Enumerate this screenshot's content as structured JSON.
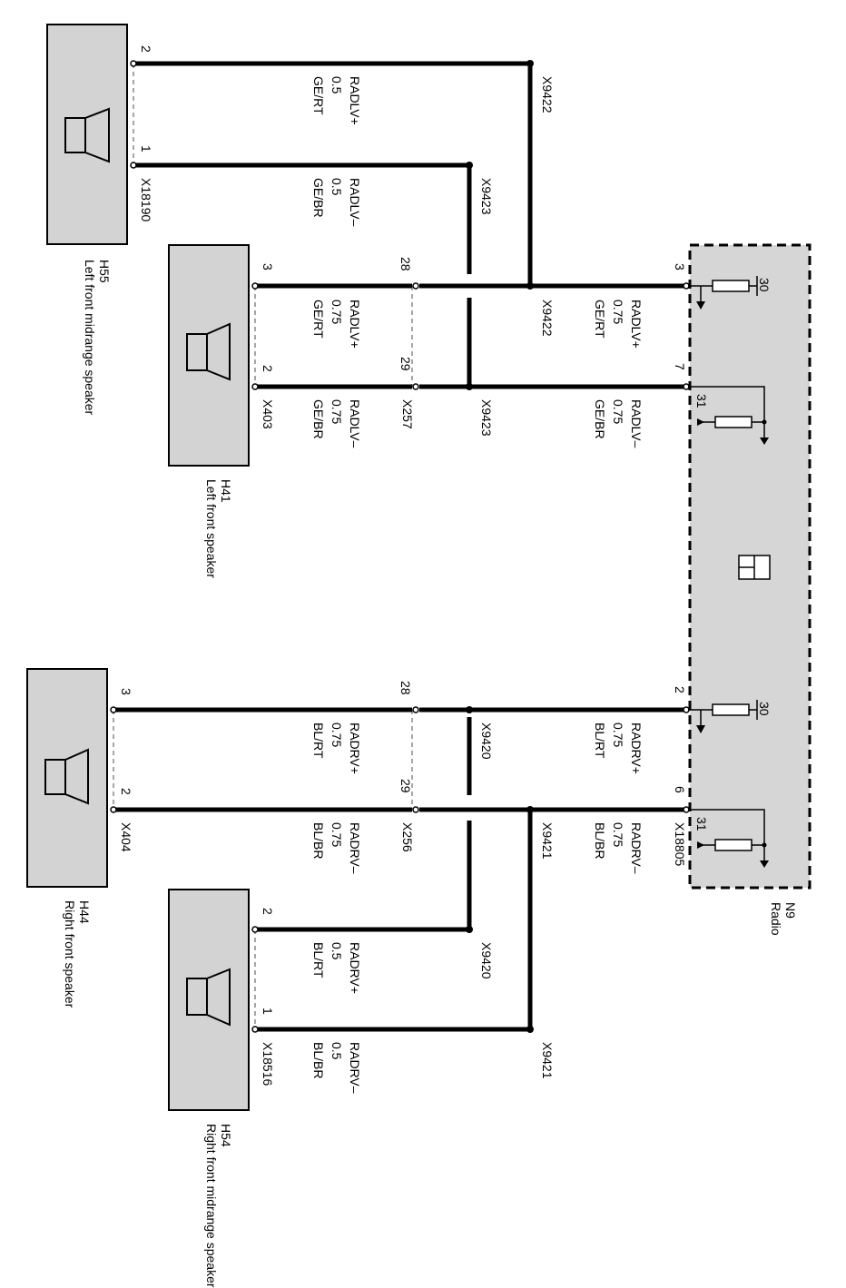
{
  "components": {
    "h55": {
      "id": "H55",
      "name": "Left front midrange speaker",
      "connector": "X18190"
    },
    "h41": {
      "id": "H41",
      "name": "Left front speaker",
      "connector": "X403"
    },
    "h44": {
      "id": "H44",
      "name": "Right front speaker",
      "connector": "X404"
    },
    "h54": {
      "id": "H54",
      "name": "Right front midrange speaker",
      "connector": "X18516"
    },
    "n9": {
      "id": "N9",
      "name": "Radio",
      "connector": "X18805"
    }
  },
  "connectors": {
    "x257": "X257",
    "x256": "X256"
  },
  "splices": {
    "x9422": "X9422",
    "x9423": "X9423",
    "x9420": "X9420",
    "x9421": "X9421"
  },
  "pins": {
    "h55_a": "2",
    "h55_b": "1",
    "h41_a": "3",
    "h41_b": "2",
    "x257_a": "28",
    "x257_b": "29",
    "n9_a": "3",
    "n9_b": "7",
    "n9_c": "2",
    "n9_d": "6",
    "h44_a": "3",
    "h44_b": "2",
    "x256_a": "28",
    "x256_b": "29",
    "h54_a": "2",
    "h54_b": "1"
  },
  "terminals": {
    "t30": "30",
    "t31": "31"
  },
  "wires": {
    "radlv_plus": "RADLV+",
    "radlv_minus": "RADLV–",
    "radrv_plus": "RADRV+",
    "radrv_minus": "RADRV–",
    "gauge_05": "0.5",
    "gauge_075": "0.75",
    "ge_rt": "GE/RT",
    "ge_br": "GE/BR",
    "bl_rt": "BL/RT",
    "bl_br": "BL/BR"
  }
}
